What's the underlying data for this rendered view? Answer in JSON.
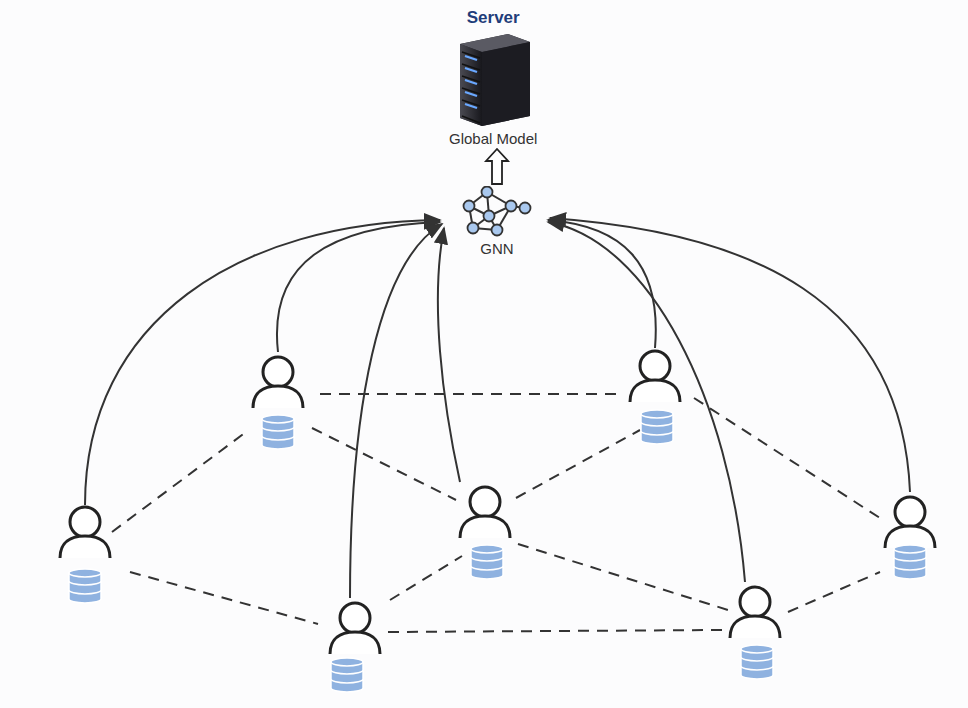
{
  "diagram": {
    "nodes": [
      {
        "text": [
          "Server",
          "Global Model"
        ]
      },
      {
        "text": [
          "GNN"
        ]
      }
    ],
    "edges": [
      {
        "from": 1,
        "to": 0,
        "arrow": "to"
      }
    ]
  }
}
